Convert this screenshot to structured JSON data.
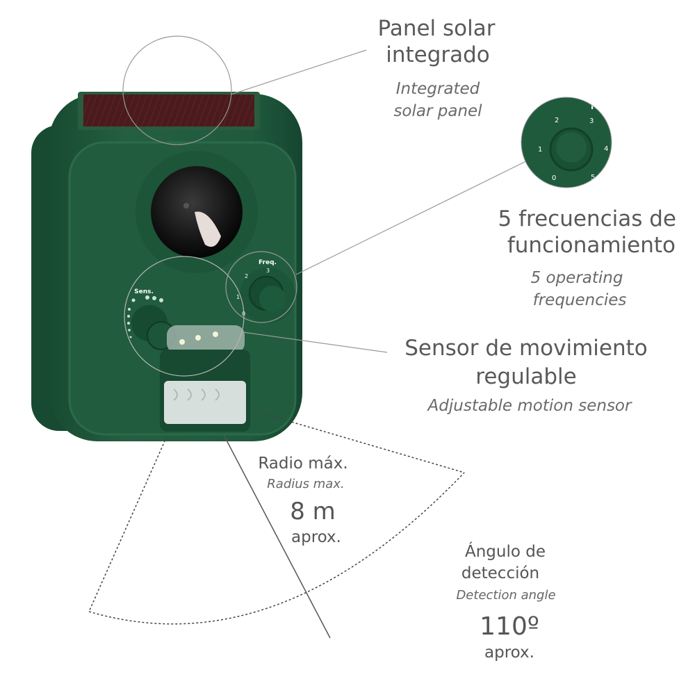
{
  "device_labels": {
    "freq": "Freq.",
    "sens": "Sens.",
    "freq_ticks": [
      "0",
      "1",
      "2",
      "3",
      "4",
      "5"
    ]
  },
  "solar": {
    "title_line1": "Panel solar",
    "title_line2": "integrado",
    "en_line1": "Integrated",
    "en_line2": "solar panel"
  },
  "frequencies": {
    "title_line1": "5 frecuencias de",
    "title_line2": "funcionamiento",
    "en_line1": "5 operating",
    "en_line2": "frequencies"
  },
  "motion": {
    "title_line1": "Sensor de movimiento",
    "title_line2": "regulable",
    "en_line1": "Adjustable motion sensor"
  },
  "radius": {
    "title": "Radio máx.",
    "en": "Radius max.",
    "value": "8 m",
    "approx": "aprox."
  },
  "angle": {
    "title_line1": "Ángulo de",
    "title_line2": "detección",
    "en": "Detection angle",
    "value": "110º",
    "approx": "aprox."
  },
  "colors": {
    "device_green": "#1f5a3c",
    "solar_panel": "#4a1a1c",
    "text": "#595959",
    "callout_line": "#888888"
  }
}
